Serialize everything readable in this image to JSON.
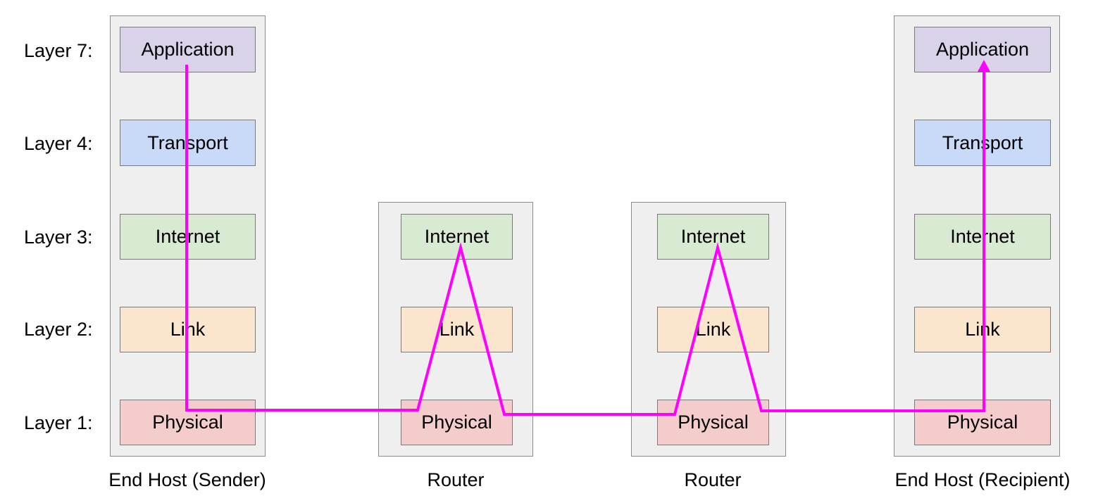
{
  "row_labels": [
    "Layer 7:",
    "Layer 4:",
    "Layer 3:",
    "Layer 2:",
    "Layer 1:"
  ],
  "layers": {
    "application": "Application",
    "transport": "Transport",
    "internet": "Internet",
    "link": "Link",
    "physical": "Physical"
  },
  "devices": {
    "sender": "End Host (Sender)",
    "router1": "Router",
    "router2": "Router",
    "recipient": "End Host (Recipient)"
  },
  "colors": {
    "path": "#ff00ff",
    "application": "#d9d2e9",
    "transport": "#c9daf8",
    "internet": "#d9ead3",
    "link": "#fce5cd",
    "physical": "#f4cccc"
  }
}
